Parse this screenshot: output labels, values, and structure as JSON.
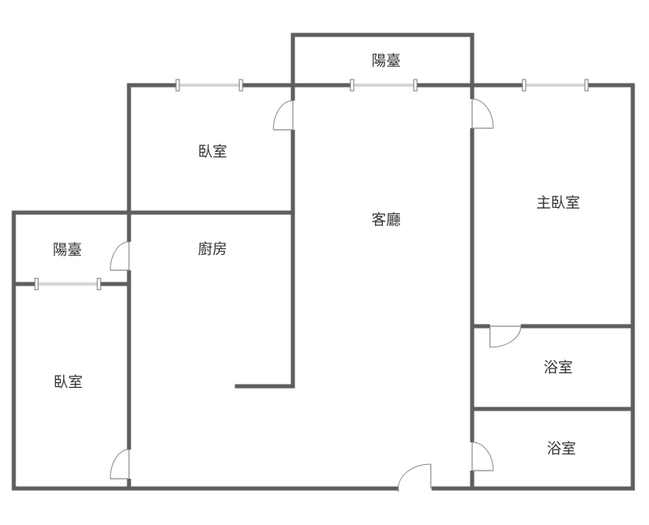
{
  "rooms": {
    "balcony_top": "陽臺",
    "bedroom_top": "臥室",
    "living_room": "客廳",
    "master_bedroom": "主臥室",
    "balcony_left": "陽臺",
    "kitchen": "廚房",
    "bedroom_left": "臥室",
    "bathroom_1": "浴室",
    "bathroom_2": "浴室"
  },
  "colors": {
    "wall": "#5e5e5e",
    "label": "#333333",
    "background": "#ffffff"
  }
}
